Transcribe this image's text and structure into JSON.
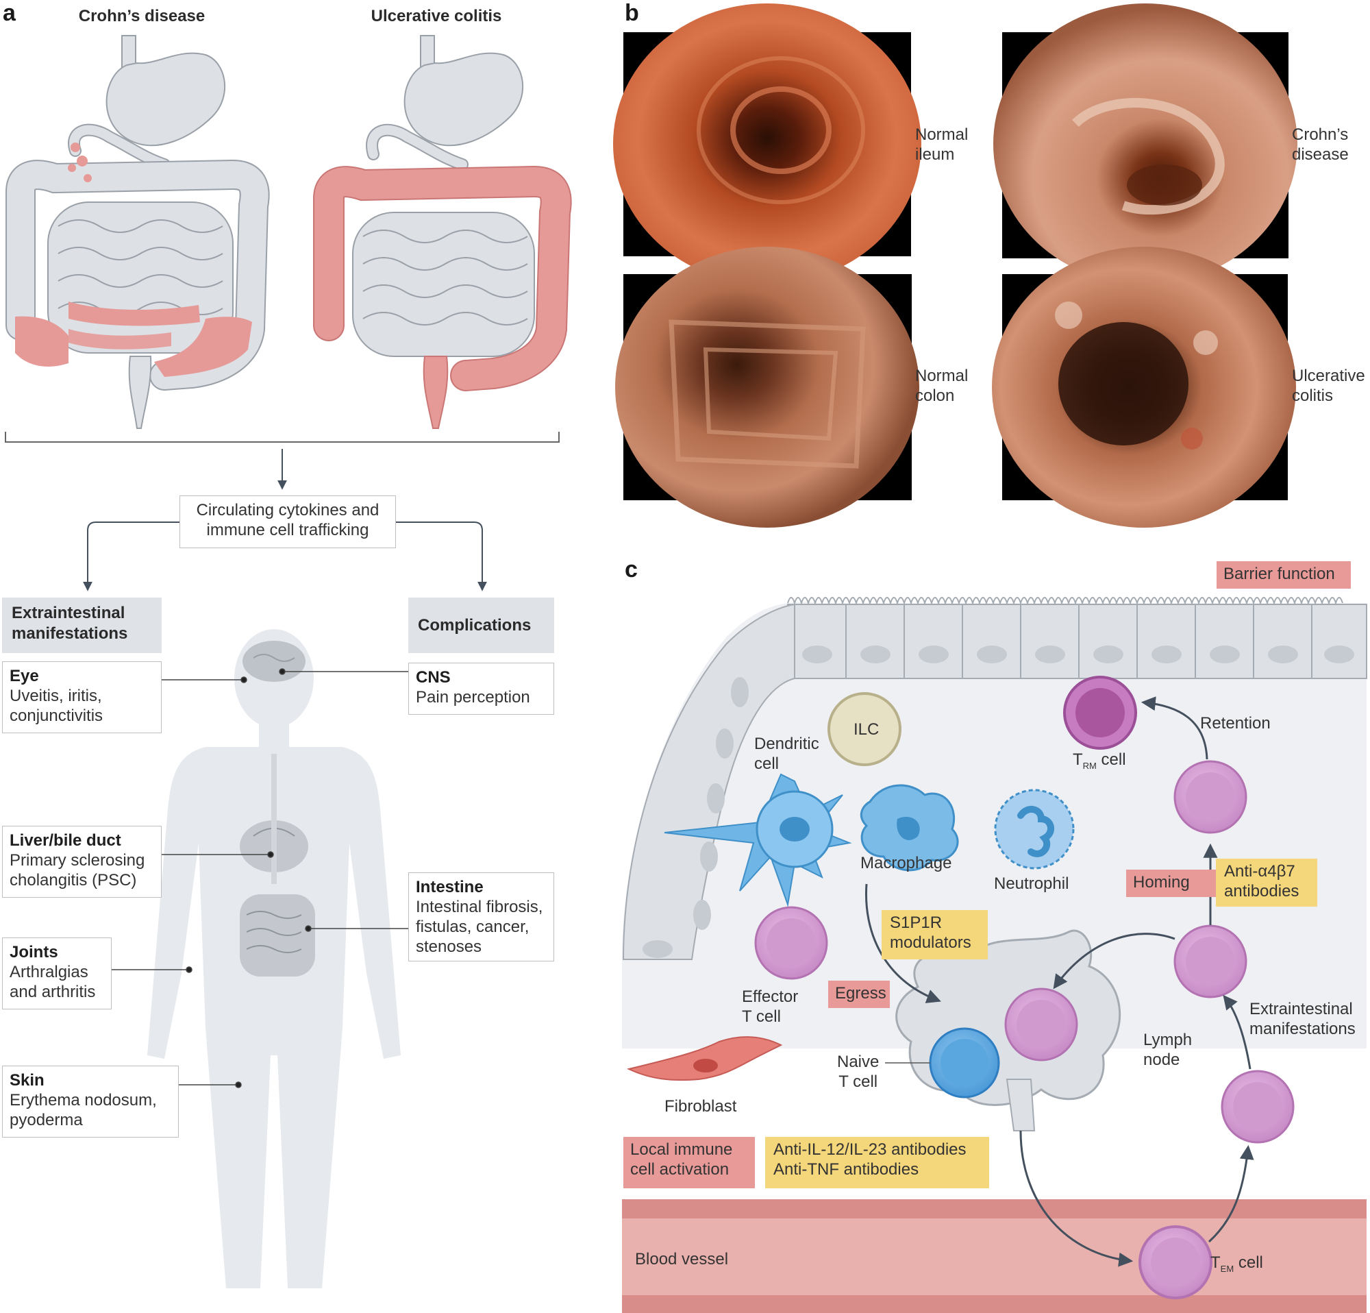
{
  "panels": {
    "a": "a",
    "b": "b",
    "c": "c"
  },
  "panel_a": {
    "crohns_title": "Crohn’s disease",
    "uc_title": "Ulcerative colitis",
    "center_box": [
      "Circulating cytokines and",
      "immune cell trafficking"
    ],
    "extraintestinal_header": [
      "Extraintestinal",
      "manifestations"
    ],
    "complications_header": "Complications",
    "eye": {
      "title": "Eye",
      "lines": [
        "Uveitis, iritis,",
        "conjunctivitis"
      ]
    },
    "liver": {
      "title": "Liver/bile duct",
      "lines": [
        "Primary sclerosing",
        "cholangitis (PSC)"
      ]
    },
    "joints": {
      "title": "Joints",
      "lines": [
        "Arthralgias",
        "and arthritis"
      ]
    },
    "skin": {
      "title": "Skin",
      "lines": [
        "Erythema nodosum,",
        "pyoderma"
      ]
    },
    "cns": {
      "title": "CNS",
      "lines": [
        "Pain perception"
      ]
    },
    "intestine": {
      "title": "Intestine",
      "lines": [
        "Intestinal fibrosis,",
        "fistulas, cancer,",
        "stenoses"
      ]
    }
  },
  "panel_b": {
    "normal_ileum": [
      "Normal",
      "ileum"
    ],
    "crohns": [
      "Crohn’s",
      "disease"
    ],
    "normal_colon": [
      "Normal",
      "colon"
    ],
    "uc": [
      "Ulcerative",
      "colitis"
    ]
  },
  "panel_c": {
    "barrier": "Barrier function",
    "ilc": "ILC",
    "dendritic": [
      "Dendritic",
      "cell"
    ],
    "macrophage": "Macrophage",
    "neutrophil": "Neutrophil",
    "trm_main": "T",
    "trm_sub": "RM",
    "trm_rest": " cell",
    "retention": "Retention",
    "homing": "Homing",
    "anti_a4b7": [
      "Anti-α4β7",
      "antibodies"
    ],
    "s1p1r": [
      "S1P1R",
      "modulators"
    ],
    "effector": [
      "Effector",
      "T cell"
    ],
    "egress": "Egress",
    "naive": [
      "Naive",
      "T cell"
    ],
    "lymph": [
      "Lymph",
      "node"
    ],
    "extraint": [
      "Extraintestinal",
      "manifestations"
    ],
    "fibroblast": "Fibroblast",
    "local_immune": [
      "Local immune",
      "cell activation"
    ],
    "anti_il": [
      "Anti-IL-12/IL-23 antibodies",
      "Anti-TNF antibodies"
    ],
    "blood_vessel": "Blood vessel",
    "tem_main": "T",
    "tem_sub": "EM",
    "tem_rest": " cell"
  },
  "colors": {
    "inflamed": "#e59a98",
    "organ": "#dde0e5",
    "label_red": "#e79a98",
    "label_yellow": "#f4d67b",
    "header_grey": "#dfe3e8"
  }
}
